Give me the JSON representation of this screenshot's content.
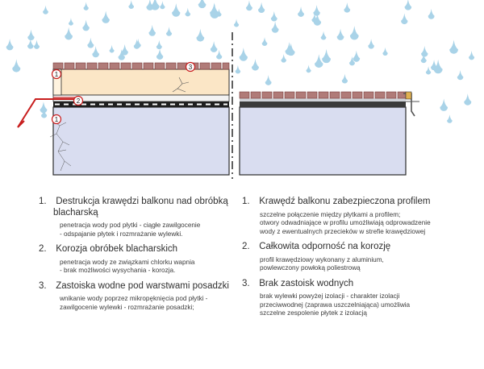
{
  "markers": {
    "m1": "1",
    "m2": "2",
    "m3": "3"
  },
  "left_items": [
    {
      "num": "1.",
      "title": "Destrukcja krawędzi balkonu nad obróbką blacharską",
      "body": "penetracja wody pod płytki - ciągłe zawilgocenie\n- odspajanie płytek i rozmrażanie wylewki."
    },
    {
      "num": "2.",
      "title": "Korozja obróbek blacharskich",
      "body": "penetracja wody ze związkami chlorku wapnia\n- brak możliwości wysychania - korozja."
    },
    {
      "num": "3.",
      "title": "Zastoiska wodne pod warstwami posadzki",
      "body": "wnikanie wody poprzez mikropęknięcia pod płytki -\nzawilgocenie wylewki - rozmrażanie posadzki;"
    }
  ],
  "right_items": [
    {
      "num": "1.",
      "title": "Krawędź balkonu zabezpieczona profilem",
      "body": "szczelne połączenie między płytkami a profilem;\notwory odwadniające w profilu umożliwiają odprowadzenie\nwody z ewentualnych przecieków w strefie krawędziowej"
    },
    {
      "num": "2.",
      "title": "Całkowita odporność na korozję",
      "body": "profil krawędziowy wykonany z aluminium,\npowlewczony powłoką poliestrową"
    },
    {
      "num": "3.",
      "title": "Brak zastoisk wodnych",
      "body": "brak wylewki powyżej izolacji - charakter izolacji\nprzeciwwodnej (zaprawa uszczelniająca) umożliwia\nszczelne zespolenie płytek z izolacją"
    }
  ],
  "colors": {
    "rain": "#a9d3e8",
    "slab": "#d9ddf0",
    "screed": "#fbe6c6",
    "tile": "#b07b78",
    "tile_edge": "#7a3d3b",
    "flashing": "#c81e1e",
    "marker": "#c81e1e",
    "divider": "#2b2b2b"
  }
}
